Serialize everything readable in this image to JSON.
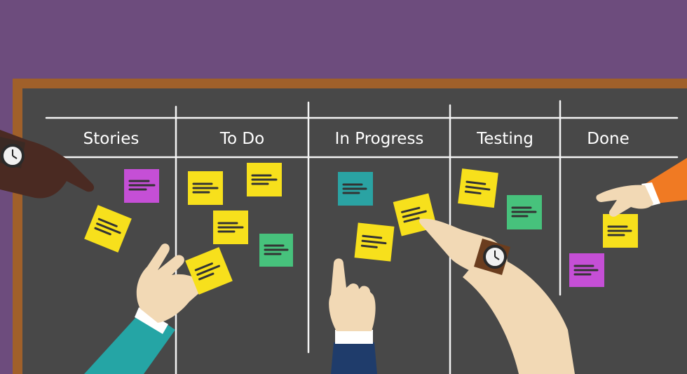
{
  "board": {
    "columns": [
      {
        "label": "Stories"
      },
      {
        "label": "To Do"
      },
      {
        "label": "In Progress"
      },
      {
        "label": "Testing"
      },
      {
        "label": "Done"
      }
    ]
  },
  "colors": {
    "background": "#6d4c7d",
    "frame": "#a0602a",
    "board": "#484848",
    "chalk": "#f4f4f4",
    "note_yellow": "#f7e01c",
    "note_magenta": "#c54fd6",
    "note_teal": "#2aa3a3",
    "note_green": "#47c27c"
  },
  "sticky_notes": [
    {
      "column": "Stories",
      "color": "note_magenta"
    },
    {
      "column": "Stories",
      "color": "note_yellow"
    },
    {
      "column": "To Do",
      "color": "note_yellow"
    },
    {
      "column": "To Do",
      "color": "note_yellow"
    },
    {
      "column": "To Do",
      "color": "note_yellow"
    },
    {
      "column": "To Do",
      "color": "note_green"
    },
    {
      "column": "To Do",
      "color": "note_yellow"
    },
    {
      "column": "In Progress",
      "color": "note_teal"
    },
    {
      "column": "In Progress",
      "color": "note_yellow"
    },
    {
      "column": "In Progress",
      "color": "note_yellow"
    },
    {
      "column": "Testing",
      "color": "note_yellow"
    },
    {
      "column": "Testing",
      "color": "note_green"
    },
    {
      "column": "Done",
      "color": "note_yellow"
    },
    {
      "column": "Done",
      "color": "note_magenta"
    }
  ],
  "icons": [
    "wristwatch-icon",
    "pointing-hand-icon",
    "pinching-hand-icon"
  ]
}
